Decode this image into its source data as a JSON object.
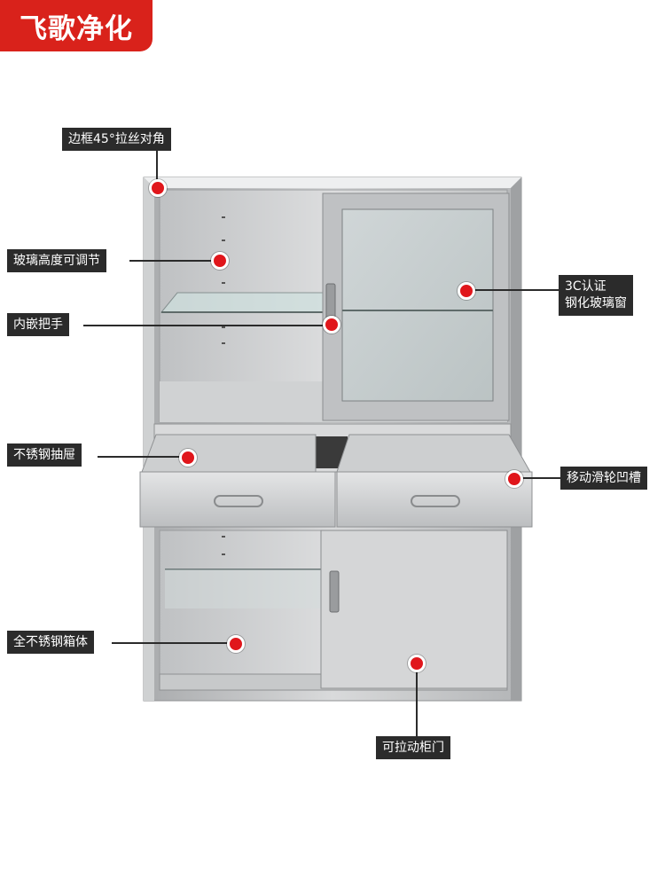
{
  "brand": {
    "text": "飞歌净化",
    "color": "#d9221b"
  },
  "colors": {
    "tag_bg": "#2b2b2b",
    "dot": "#e0161b",
    "steel": "#c9cbcc"
  },
  "labels": {
    "frame": "边框45°拉丝对角",
    "glass_height": "玻璃高度可调节",
    "handle": "内嵌把手",
    "drawer": "不锈钢抽屉",
    "body": "全不锈钢箱体",
    "glass_window_line1": "3C认证",
    "glass_window_line2": "钢化玻璃窗",
    "rail": "移动滑轮凹槽",
    "door": "可拉动柜门"
  }
}
